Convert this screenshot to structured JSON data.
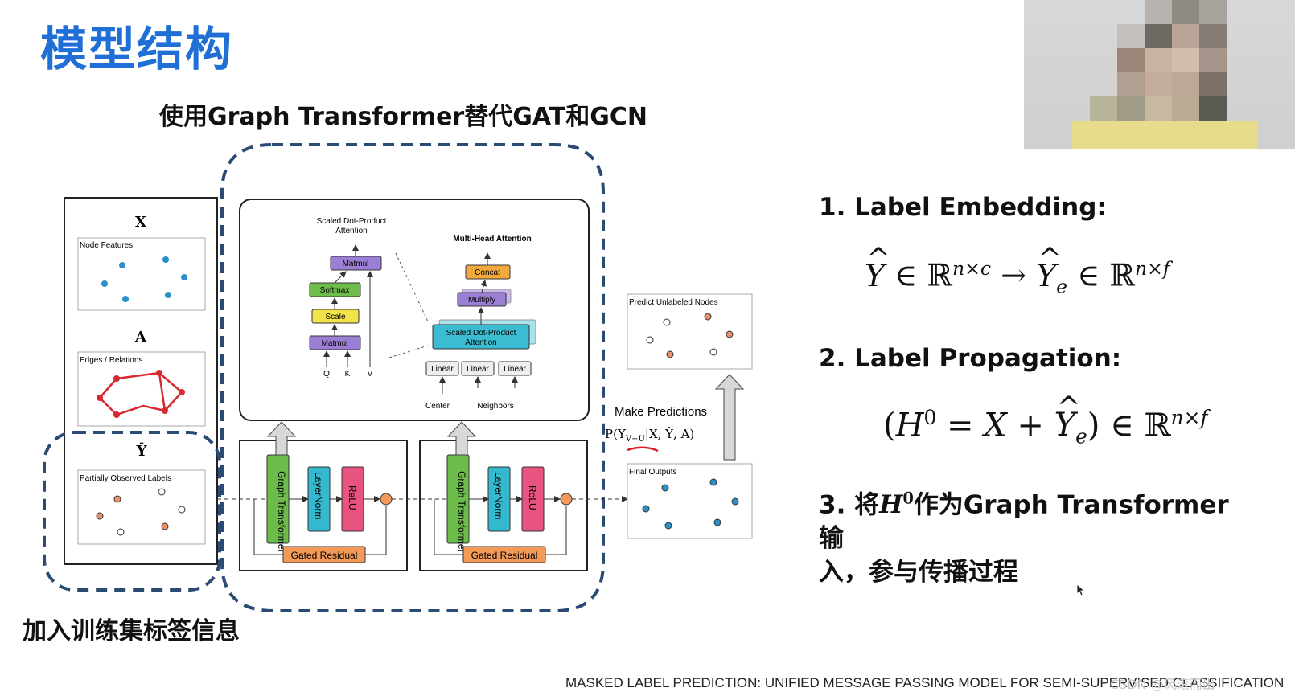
{
  "slide_title": "模型结构",
  "subtitle": "使用Graph Transformer替代GAT和GCN",
  "left_caption": "加入训练集标签信息",
  "paper_reference": "MASKED LABEL PREDICTION: UNIFIED MESSAGE PASSING MODEL FOR SEMI-SUPERVISED CLASSIFICATION",
  "watermark": "CSDN @风滚而出",
  "diagram": {
    "panel_x_symbol": "X",
    "node_features_label": "Node Features",
    "panel_a_symbol": "A",
    "edges_label": "Edges / Relations",
    "panel_y_symbol": "Ŷ",
    "partial_labels_label": "Partially Observed Labels",
    "sdpa_title_line1": "Scaled Dot-Product",
    "sdpa_title_line2": "Attention",
    "sdpa_blocks": [
      "Matmul",
      "Softmax",
      "Scale",
      "Matmul"
    ],
    "sdpa_inputs": [
      "Q",
      "K",
      "V"
    ],
    "mha_title": "Multi-Head Attention",
    "mha_concat": "Concat",
    "mha_multiply": "Multiply",
    "mha_sdpa_line1": "Scaled Dot-Product",
    "mha_sdpa_line2": "Attention",
    "mha_linear": [
      "Linear",
      "Linear",
      "Linear"
    ],
    "mha_center": "Center",
    "mha_neighbors": "Neighbors",
    "layer_blocks": [
      "Graph Transformer",
      "LayerNorm",
      "ReLU"
    ],
    "gated_residual": "Gated Residual",
    "predict_unlabeled": "Predict Unlabeled Nodes",
    "make_predictions": "Make Predictions",
    "prediction_formula": "P(Y",
    "prediction_formula_sub": "V−U",
    "prediction_formula_rest": "|X, Ŷ, A)",
    "final_outputs": "Final Outputs"
  },
  "steps": {
    "step1_title": "1. Label Embedding:",
    "step2_title": "2. Label Propagation:",
    "step3_line1_prefix": "3. 将",
    "step3_line1_suffix": "作为Graph Transformer 输",
    "step3_line2": "入，参与传播过程"
  },
  "colors": {
    "title_blue": "#1f6fd6",
    "dashed_blue": "#2b4a74",
    "matmul_purple": "#9b7fd4",
    "softmax_green": "#6ebd4b",
    "scale_yellow": "#f2e34a",
    "concat_orange": "#f0a93d",
    "sdpa_cyan": "#3bbcd1",
    "gt_green": "#6dbb4b",
    "layernorm_cyan": "#35b9cf",
    "relu_pink": "#e9537f",
    "gated_orange": "#f39a58",
    "node_blue": "#2b8fc9",
    "node_orange": "#e9906a",
    "edge_red": "#d6282e"
  }
}
